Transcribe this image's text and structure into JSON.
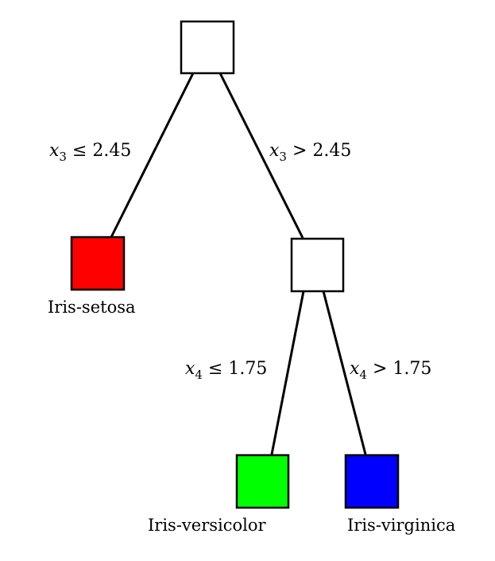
{
  "tree": {
    "root": {
      "fill": "#ffffff"
    },
    "edges": {
      "root_left": {
        "var": "x",
        "sub": "3",
        "op": "≤",
        "value": "2.45"
      },
      "root_right": {
        "var": "x",
        "sub": "3",
        "op": ">",
        "value": "2.45"
      },
      "inner_left": {
        "var": "x",
        "sub": "4",
        "op": "≤",
        "value": "1.75"
      },
      "inner_right": {
        "var": "x",
        "sub": "4",
        "op": ">",
        "value": "1.75"
      }
    },
    "inner": {
      "fill": "#ffffff"
    },
    "leaves": {
      "setosa": {
        "label": "Iris-setosa",
        "color": "#ff0000"
      },
      "versicolor": {
        "label": "Iris-versicolor",
        "color": "#00ff00"
      },
      "virginica": {
        "label": "Iris-virginica",
        "color": "#0000ff"
      }
    }
  }
}
